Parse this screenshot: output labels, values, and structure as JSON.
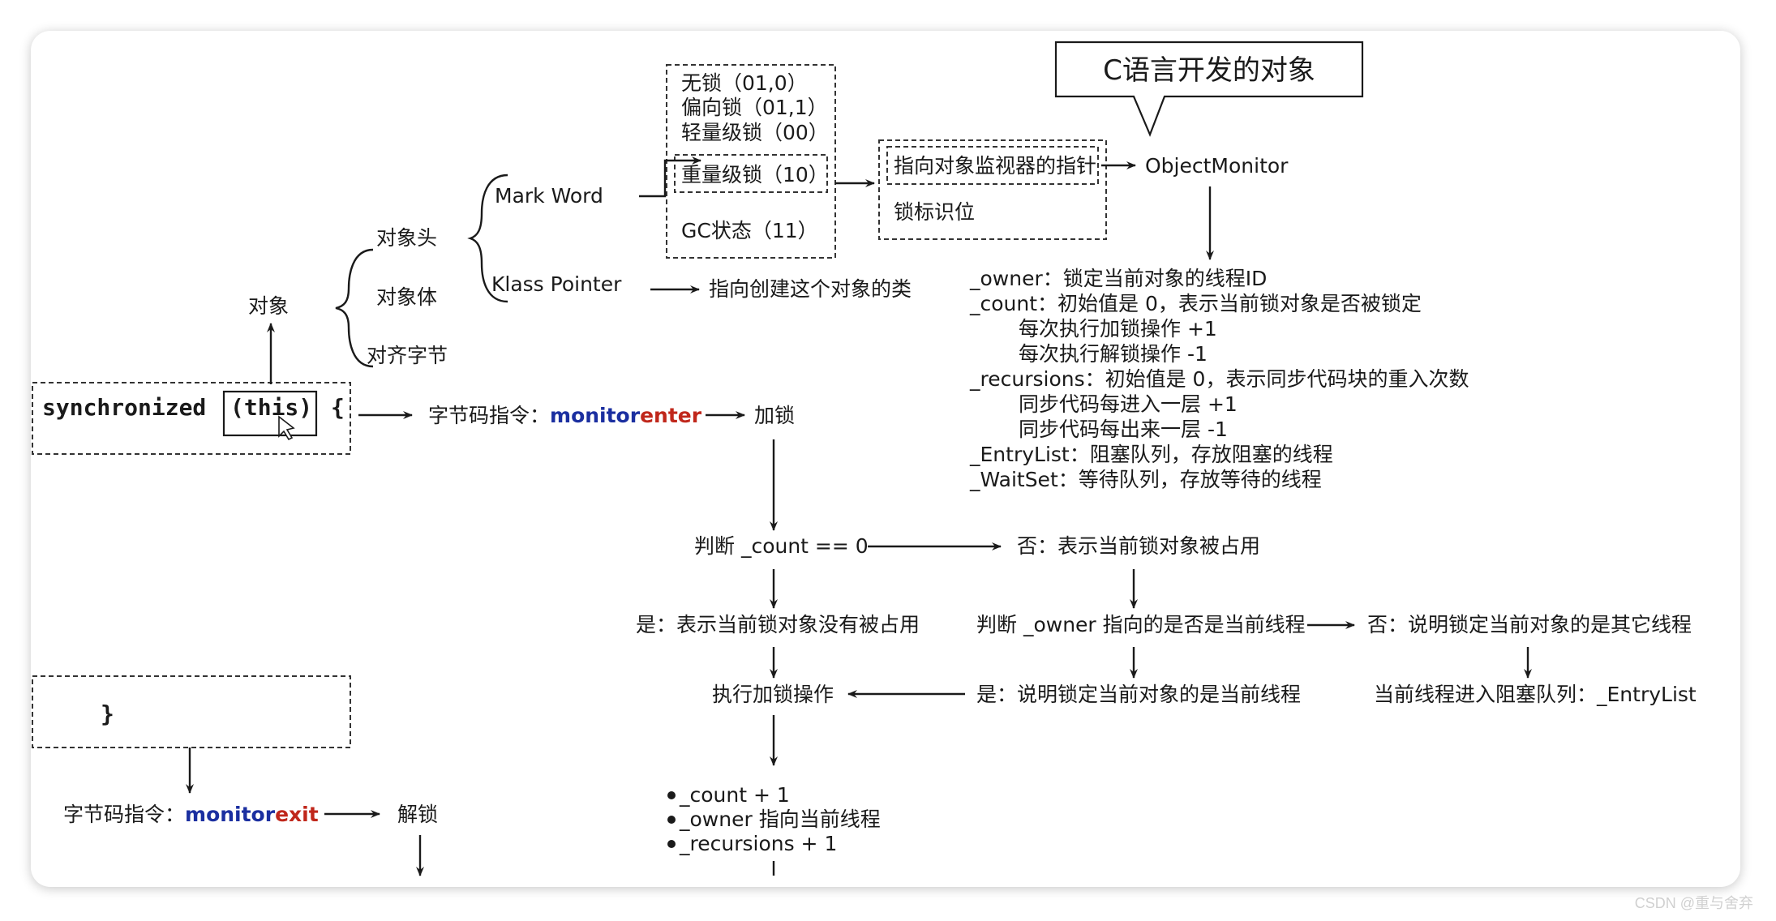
{
  "callout": {
    "text": "C语言开发的对象"
  },
  "tree": {
    "root": "对象",
    "children": [
      "对象头",
      "对象体",
      "对齐字节"
    ],
    "header_parts": [
      "Mark Word",
      "Klass Pointer"
    ],
    "klass_target": "指向创建这个对象的类"
  },
  "lock_states": {
    "items": [
      "无锁（01,0）",
      "偏向锁（01,1）",
      "轻量级锁（00）"
    ],
    "heavy": "重量级锁（10）",
    "gc": "GC状态（11）"
  },
  "monitor_ptr": {
    "pointer": "指向对象监视器的指针",
    "flag": "锁标识位",
    "target": "ObjectMonitor"
  },
  "monitor_fields": [
    "_owner：锁定当前对象的线程ID",
    "_count：初始值是 0，表示当前锁对象是否被锁定",
    "每次执行加锁操作 +1",
    "每次执行解锁操作  -1",
    "_recursions：初始值是 0，表示同步代码块的重入次数",
    "同步代码每进入一层 +1",
    "同步代码每出来一层 -1",
    "_EntryList：阻塞队列，存放阻塞的线程",
    "_WaitSet：等待队列，存放等待的线程"
  ],
  "code": {
    "sync": "synchronized",
    "this": "(this)",
    "brace_open": "{",
    "brace_close": "}"
  },
  "enter": {
    "label": "字节码指令：",
    "kw1": "monitor",
    "kw2": "enter",
    "lock": "加锁"
  },
  "exit": {
    "label": "字节码指令：",
    "kw1": "monitor",
    "kw2": "exit",
    "unlock": "解锁"
  },
  "flow": {
    "judge_count": "判断 _count == 0",
    "count_no": "否：表示当前锁对象被占用",
    "count_yes": "是：表示当前锁对象没有被占用",
    "judge_owner": "判断 _owner 指向的是否是当前线程",
    "owner_no": "否：说明锁定当前对象的是其它线程",
    "owner_yes": "是：说明锁定当前对象的是当前线程",
    "do_lock": "执行加锁操作",
    "enter_queue": "当前线程进入阻塞队列：_EntryList",
    "bullets": [
      "_count + 1",
      "_owner 指向当前线程",
      "_recursions + 1"
    ]
  },
  "watermark": "CSDN @重与舍弃"
}
